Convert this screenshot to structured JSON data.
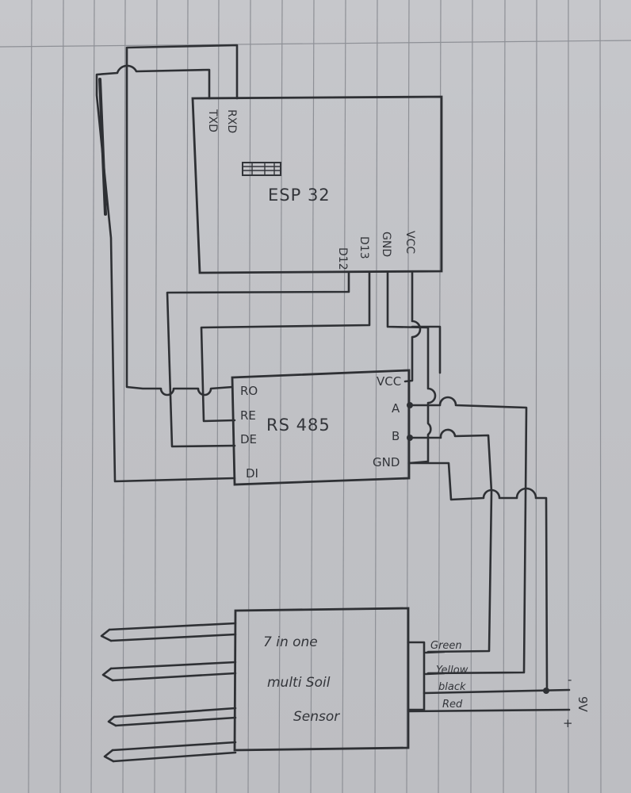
{
  "diagram": {
    "type": "hand-drawn wiring schematic on ruled notebook paper",
    "colors": {
      "paper": "#c3c4c8",
      "rule_lines": "#8e9096",
      "ink": "#2e3034"
    },
    "esp32": {
      "title": "ESP 32",
      "pins_top": [
        "TXD",
        "RXD"
      ],
      "pins_bottom": [
        "D12",
        "D13",
        "GND",
        "VCC"
      ],
      "chip_icon": "chip-icon"
    },
    "rs485": {
      "title": "RS 485",
      "pins_left": [
        "RO",
        "RE",
        "DE",
        "DI"
      ],
      "pins_right": [
        "VCC",
        "A",
        "B",
        "GND"
      ]
    },
    "sensor": {
      "line1": "7 in one",
      "line2": "multi Soil",
      "line3": "Sensor",
      "probe_count": 4,
      "wires": [
        "Green",
        "Yellow",
        "black",
        "Red"
      ]
    },
    "battery": {
      "label": "9V",
      "negative": "-",
      "positive": "+"
    },
    "connections": [
      {
        "from": "ESP32.TXD",
        "to": "RS485.DI"
      },
      {
        "from": "ESP32.RXD",
        "to": "RS485.RO"
      },
      {
        "from": "ESP32.D12",
        "to": "RS485.DE"
      },
      {
        "from": "ESP32.D13",
        "to": "RS485.RE"
      },
      {
        "from": "ESP32.GND",
        "to": "RS485.GND"
      },
      {
        "from": "ESP32.VCC",
        "to": "RS485.VCC"
      },
      {
        "from": "RS485.A",
        "to": "Sensor.Yellow"
      },
      {
        "from": "RS485.B",
        "to": "Sensor.Green"
      },
      {
        "from": "Sensor.black",
        "to": "9V.-"
      },
      {
        "from": "Sensor.Red",
        "to": "9V.+"
      }
    ]
  }
}
